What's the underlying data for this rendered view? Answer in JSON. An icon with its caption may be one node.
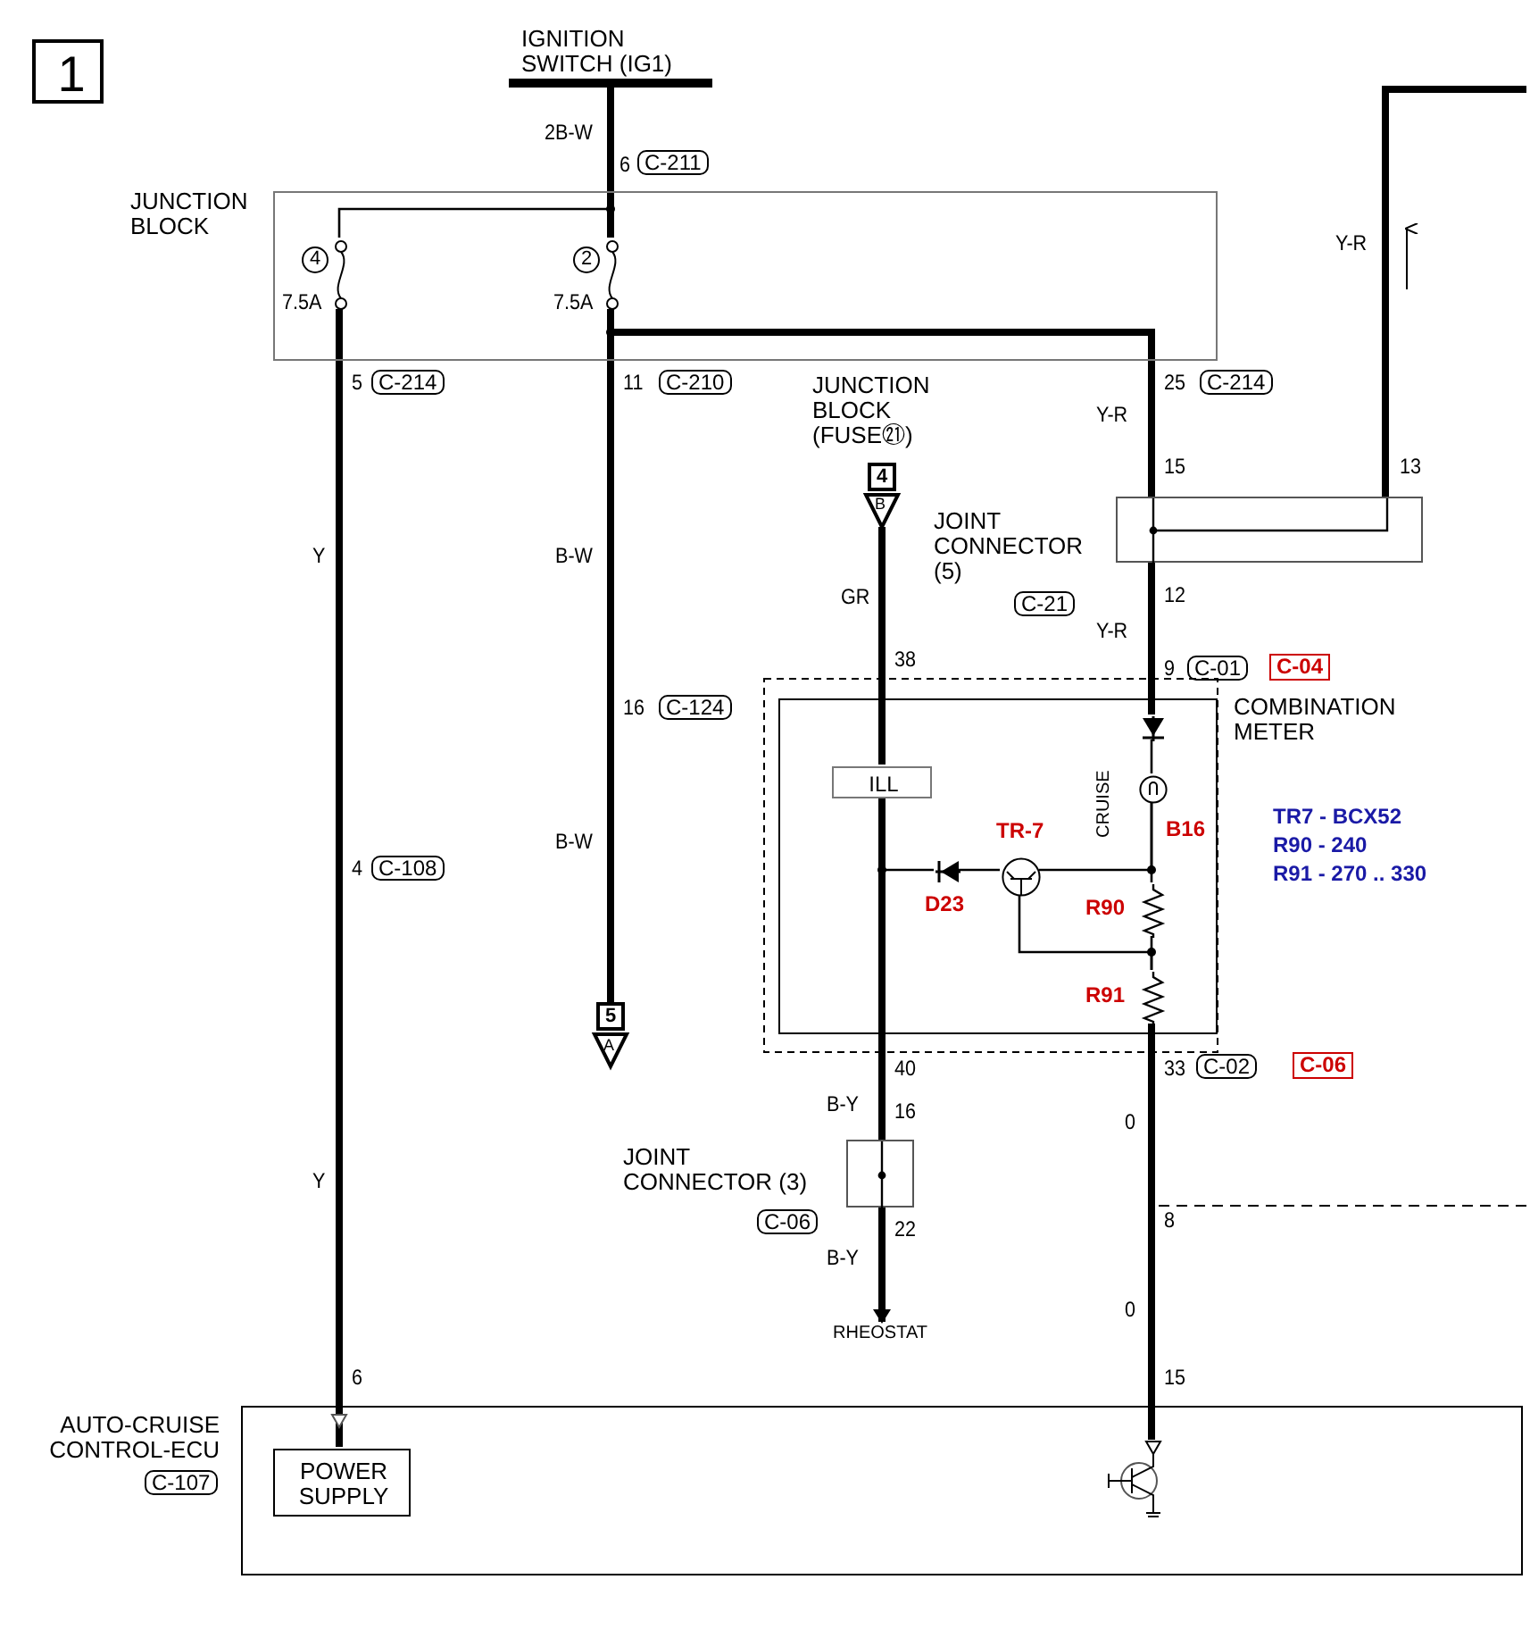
{
  "diagram": {
    "nodes": [
      {
        "text": [
          "1"
        ]
      },
      {
        "text": [
          "IGNITION SWITCH (IG1)"
        ]
      },
      {
        "text": [
          "JUNCTION BLOCK"
        ]
      },
      {
        "text": [
          "4",
          "7.5A"
        ],
        "in": 2
      },
      {
        "text": [
          "2",
          "7.5A"
        ],
        "in": 2
      },
      {
        "text": [
          "4",
          "B"
        ],
        "beside": [
          "JUNCTION BLOCK (FUSE㉑)"
        ]
      },
      {
        "text": [
          "JOINT CONNECTOR (5)",
          "C-21"
        ]
      },
      {
        "text": [
          "COMBINATION METER"
        ]
      },
      {
        "text": [],
        "shape": "diode",
        "in": 7
      },
      {
        "text": [],
        "shape": "circle",
        "beside": [
          "CRUISE",
          "B16"
        ],
        "in": 7
      },
      {
        "text": [
          "ILL"
        ],
        "in": 7
      },
      {
        "text": [],
        "shape": "circle",
        "beside": [
          "TR-7"
        ],
        "in": 7
      },
      {
        "text": [],
        "shape": "diode",
        "beside": [
          "D23"
        ],
        "in": 7
      },
      {
        "text": [],
        "shape": "resistor",
        "beside": [
          "R90"
        ],
        "in": 7
      },
      {
        "text": [],
        "shape": "resistor",
        "beside": [
          "R91"
        ],
        "in": 7
      },
      {
        "text": [
          "5",
          "A"
        ]
      },
      {
        "text": [
          "JOINT CONNECTOR (3)",
          "C-06"
        ]
      },
      {
        "text": [
          "RHEOSTAT"
        ]
      },
      {
        "text": [
          "AUTO-CRUISE CONTROL-ECU",
          "C-107"
        ]
      },
      {
        "text": [
          "POWER SUPPLY"
        ],
        "in": 18
      },
      {
        "text": [],
        "shape": "circle",
        "in": 18
      }
    ],
    "edges": [
      {
        "from": 1,
        "to": 4,
        "arrow": "none"
      },
      {
        "from": 1,
        "to": 3,
        "arrow": "none"
      },
      {
        "from": 3,
        "to": 19,
        "arrow": "none"
      },
      {
        "from": 4,
        "to": 15,
        "arrow": "none"
      },
      {
        "from": 4,
        "to": 6,
        "arrow": "none"
      },
      {
        "from": 6,
        "to": null,
        "arrow": "none"
      },
      {
        "from": 6,
        "to": 8,
        "arrow": "none"
      },
      {
        "from": 8,
        "to": 9,
        "arrow": "none"
      },
      {
        "from": 9,
        "to": 13,
        "arrow": "none"
      },
      {
        "from": 13,
        "to": 14,
        "arrow": "none"
      },
      {
        "from": 14,
        "to": 20,
        "arrow": "none"
      },
      {
        "from": 5,
        "to": 10,
        "arrow": "none"
      },
      {
        "from": 10,
        "to": 16,
        "arrow": "none"
      },
      {
        "from": 16,
        "to": 17,
        "arrow": "to"
      },
      {
        "from": 12,
        "to": 10,
        "arrow": "none"
      },
      {
        "from": 11,
        "to": 12,
        "arrow": "none"
      },
      {
        "from": 9,
        "to": 11,
        "arrow": "none"
      },
      {
        "from": 11,
        "to": 14,
        "arrow": "none"
      }
    ],
    "labels": [
      "2B-W",
      "6",
      "C-211",
      "Y-R",
      "5",
      "C-214",
      "11",
      "C-210",
      "25",
      "C-214",
      "Y-R",
      "15",
      "13",
      "Y",
      "B-W",
      "GR",
      "12",
      "Y-R",
      "38",
      "9",
      "C-01",
      "C-04",
      "16",
      "C-124",
      "TR7 - BCX52",
      "R90 - 240",
      "R91 - 270 .. 330",
      "B-W",
      "4",
      "C-108",
      "40",
      "33",
      "C-02",
      "C-06",
      "B-Y",
      "16",
      "0",
      "Y",
      "22",
      "8",
      "B-Y",
      "0",
      "6",
      "15"
    ]
  }
}
